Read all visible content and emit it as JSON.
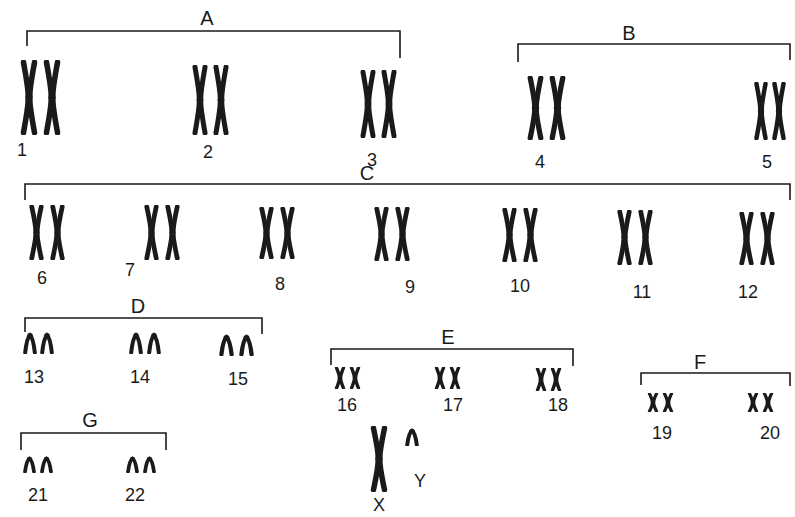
{
  "diagram": {
    "labels": [
      "A",
      "B",
      "1",
      "2",
      "3",
      "4",
      "5",
      "C",
      "6",
      "7",
      "8",
      "9",
      "10",
      "11",
      "12",
      "D",
      "E",
      "F",
      "13",
      "14",
      "15",
      "16",
      "17",
      "18",
      "19",
      "20",
      "G",
      "21",
      "22",
      "X",
      "Y"
    ]
  }
}
